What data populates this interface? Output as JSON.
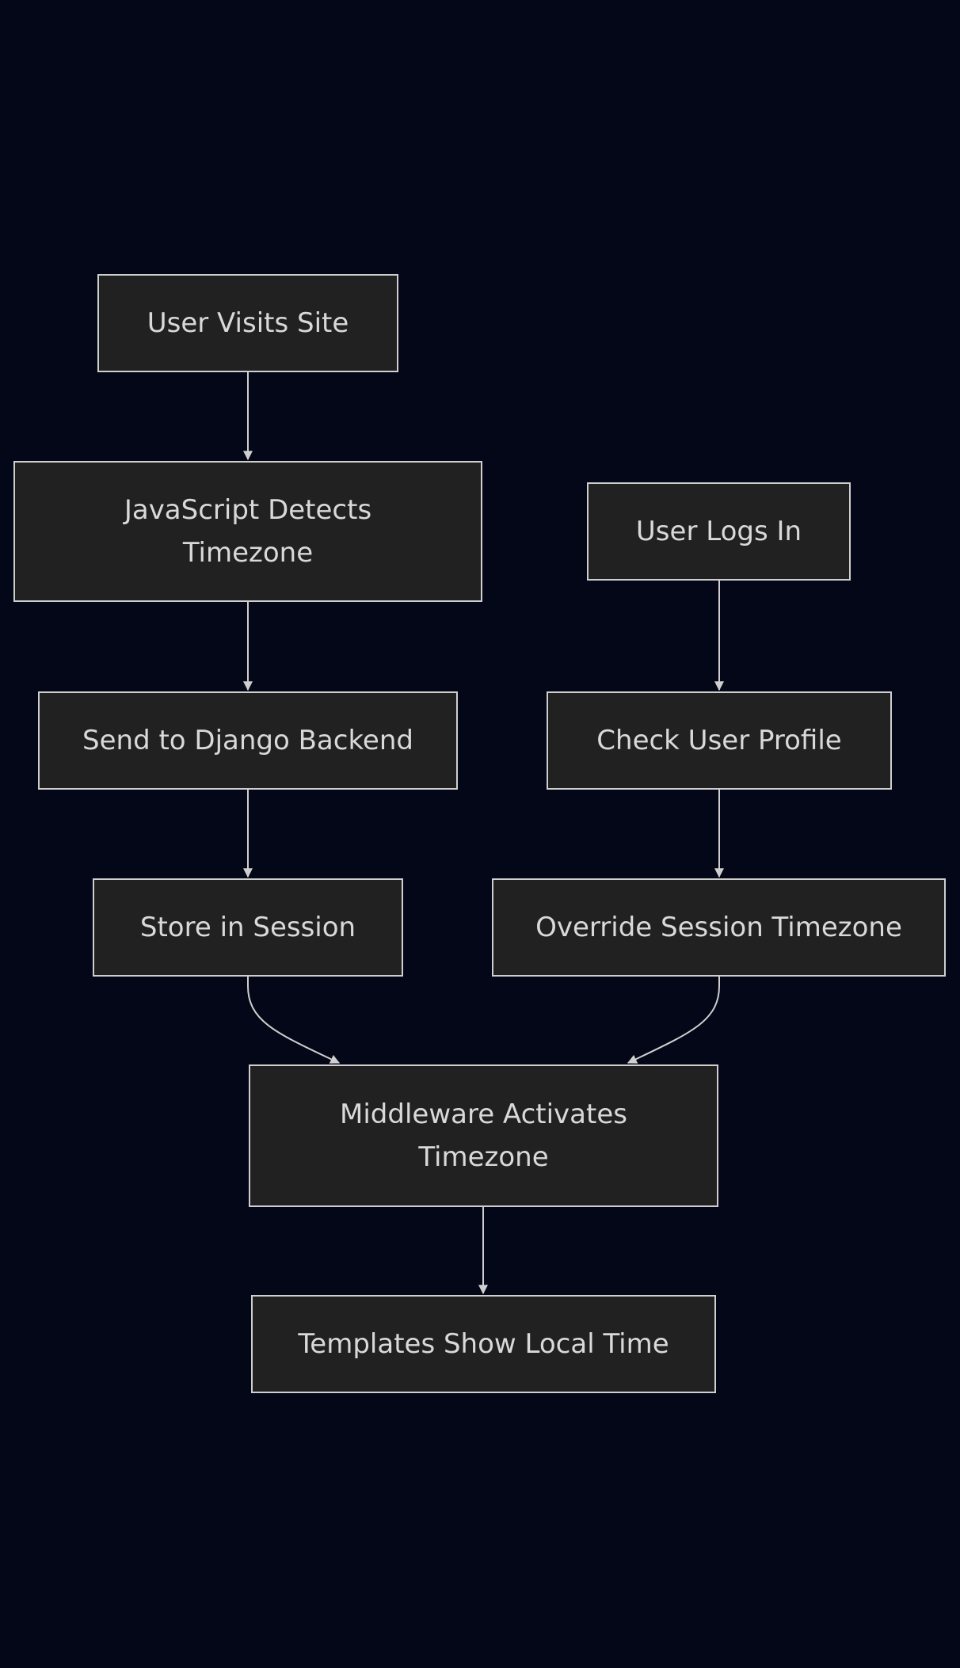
{
  "colors": {
    "background": "#030718",
    "node_fill": "#212121",
    "node_border": "#cfcfcf",
    "text": "#d9d9d9",
    "edge": "#cfcfcf"
  },
  "nodes": {
    "user_visits_site": "User Visits Site",
    "javascript_detects_timezone": "JavaScript Detects\nTimezone",
    "send_to_django_backend": "Send to Django Backend",
    "store_in_session": "Store in Session",
    "user_logs_in": "User Logs In",
    "check_user_profile": "Check User Profile",
    "override_session_timezone": "Override Session Timezone",
    "middleware_activates_timezone": "Middleware Activates\nTimezone",
    "templates_show_local_time": "Templates Show Local Time"
  },
  "edges": [
    {
      "from": "user_visits_site",
      "to": "javascript_detects_timezone"
    },
    {
      "from": "javascript_detects_timezone",
      "to": "send_to_django_backend"
    },
    {
      "from": "send_to_django_backend",
      "to": "store_in_session"
    },
    {
      "from": "user_logs_in",
      "to": "check_user_profile"
    },
    {
      "from": "check_user_profile",
      "to": "override_session_timezone"
    },
    {
      "from": "store_in_session",
      "to": "middleware_activates_timezone"
    },
    {
      "from": "override_session_timezone",
      "to": "middleware_activates_timezone"
    },
    {
      "from": "middleware_activates_timezone",
      "to": "templates_show_local_time"
    }
  ]
}
